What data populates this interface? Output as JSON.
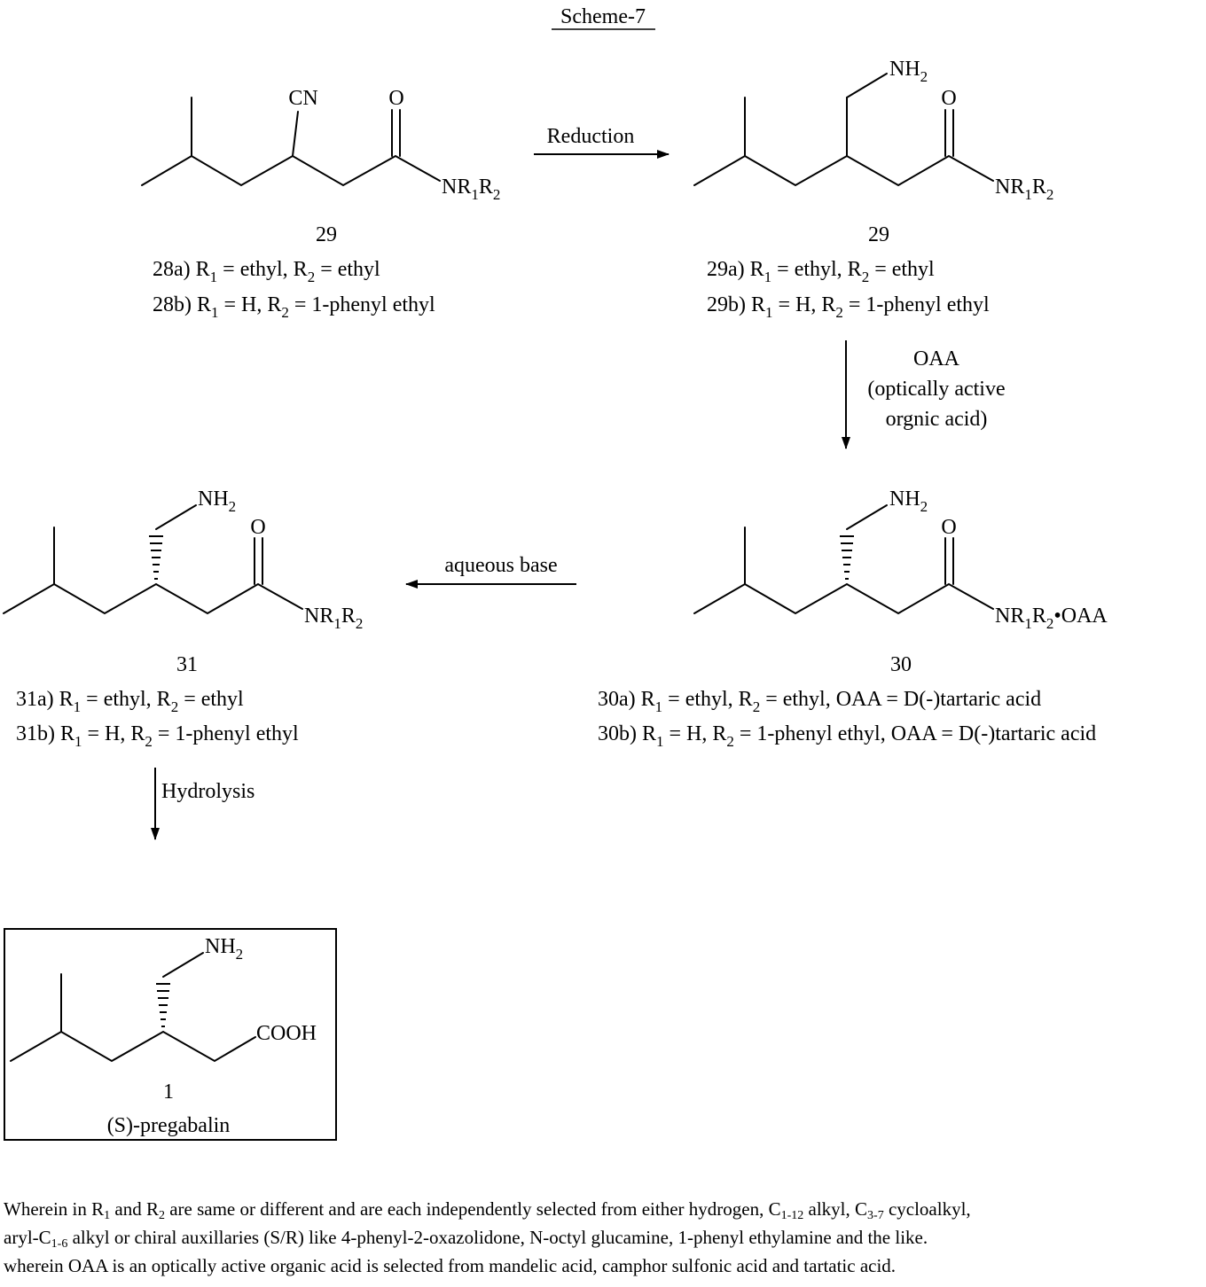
{
  "title": "Scheme-7",
  "compounds": {
    "c28": {
      "groups": {
        "cn": "CN",
        "o": "O",
        "amide": "NR1R2"
      },
      "number": "29",
      "defs": [
        {
          "label": "28a)",
          "r1": "ethyl",
          "r2": "ethyl"
        },
        {
          "label": "28b)",
          "r1": "H",
          "r2": "1-phenyl ethyl"
        }
      ]
    },
    "c29": {
      "groups": {
        "nh2": "NH2",
        "o": "O",
        "amide": "NR1R2"
      },
      "number": "29",
      "defs": [
        {
          "label": "29a)",
          "r1": "ethyl",
          "r2": "ethyl"
        },
        {
          "label": "29b)",
          "r1": "H",
          "r2": "1-phenyl ethyl"
        }
      ]
    },
    "c30": {
      "groups": {
        "nh2": "NH2",
        "o": "O",
        "amide": "NR1R2•OAA"
      },
      "number": "30",
      "defs": [
        {
          "label": "30a)",
          "r1": "ethyl",
          "r2": "ethyl",
          "oaa": "D(-)tartaric acid"
        },
        {
          "label": "30b)",
          "r1": "H",
          "r2": "1-phenyl ethyl",
          "oaa": "D(-)tartaric acid"
        }
      ]
    },
    "c31": {
      "groups": {
        "nh2": "NH2",
        "o": "O",
        "amide": "NR1R2"
      },
      "number": "31",
      "defs": [
        {
          "label": "31a)",
          "r1": "ethyl",
          "r2": "ethyl"
        },
        {
          "label": "31b)",
          "r1": "H",
          "r2": "1-phenyl ethyl"
        }
      ]
    },
    "c1": {
      "groups": {
        "nh2": "NH2",
        "cooh": "COOH"
      },
      "number": "1",
      "name": "(S)-pregabalin"
    }
  },
  "arrows": {
    "reduction": "Reduction",
    "oaa": [
      "OAA",
      "(optically active",
      "orgnic acid)"
    ],
    "aqueous_base": "aqueous base",
    "hydrolysis": "Hydrolysis"
  },
  "footnote": [
    "Wherein in R1 and R2 are same or different and are each independently selected from either hydrogen, C1-12 alkyl, C3-7 cycloalkyl,",
    "aryl-C1-6 alkyl or chiral auxillaries (S/R) like 4-phenyl-2-oxazolidone, N-octyl glucamine, 1-phenyl ethylamine and the like.",
    "wherein OAA is an optically active organic acid is selected from mandelic acid, camphor sulfonic acid and tartatic acid."
  ]
}
